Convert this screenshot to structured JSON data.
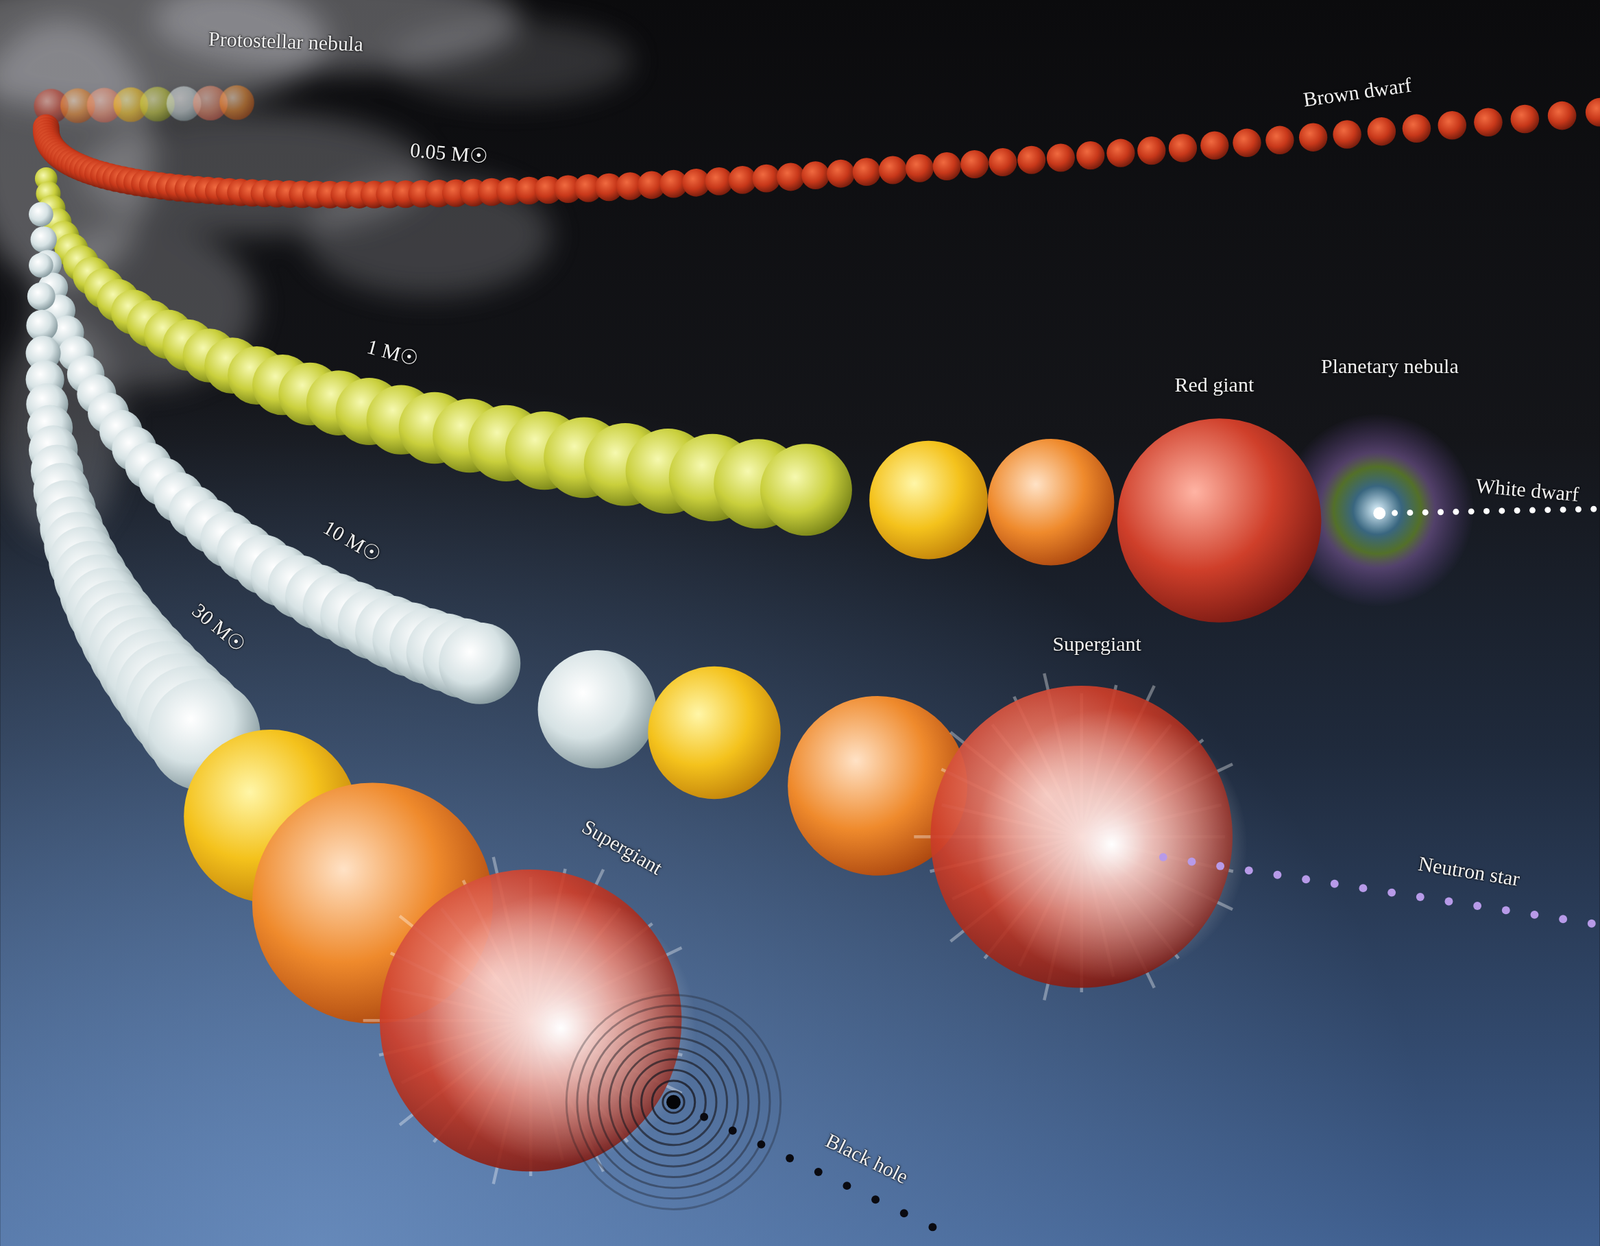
{
  "diagram": {
    "labels": [
      "Protostellar nebula",
      "Brown dwarf",
      "0.05 M☉",
      "1 M☉",
      "Red giant",
      "Planetary nebula",
      "White dwarf",
      "10 M☉",
      "Supergiant",
      "30 M☉",
      "Supergiant",
      "Neutron star",
      "Black hole"
    ]
  }
}
